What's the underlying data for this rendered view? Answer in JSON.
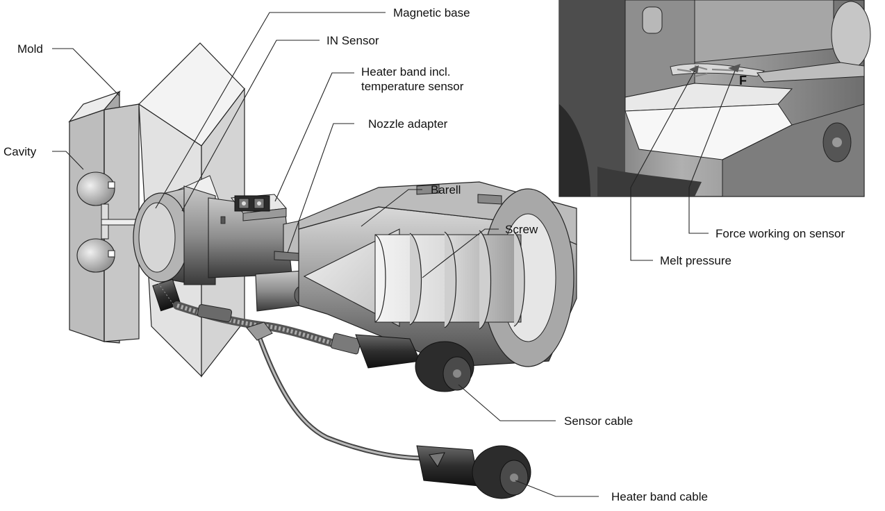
{
  "labels": {
    "mold": "Mold",
    "cavity": "Cavity",
    "magnetic_base": "Magnetic base",
    "in_sensor": "IN Sensor",
    "heater_band_line1": "Heater band incl.",
    "heater_band_line2": "temperature sensor",
    "nozzle_adapter": "Nozzle adapter",
    "barell": "Barell",
    "screw": "Screw",
    "sensor_cable": "Sensor cable",
    "heater_band_cable": "Heater band cable"
  },
  "inset": {
    "force_symbol": "F",
    "force_label": "Force working on sensor",
    "melt_pressure": "Melt pressure"
  }
}
